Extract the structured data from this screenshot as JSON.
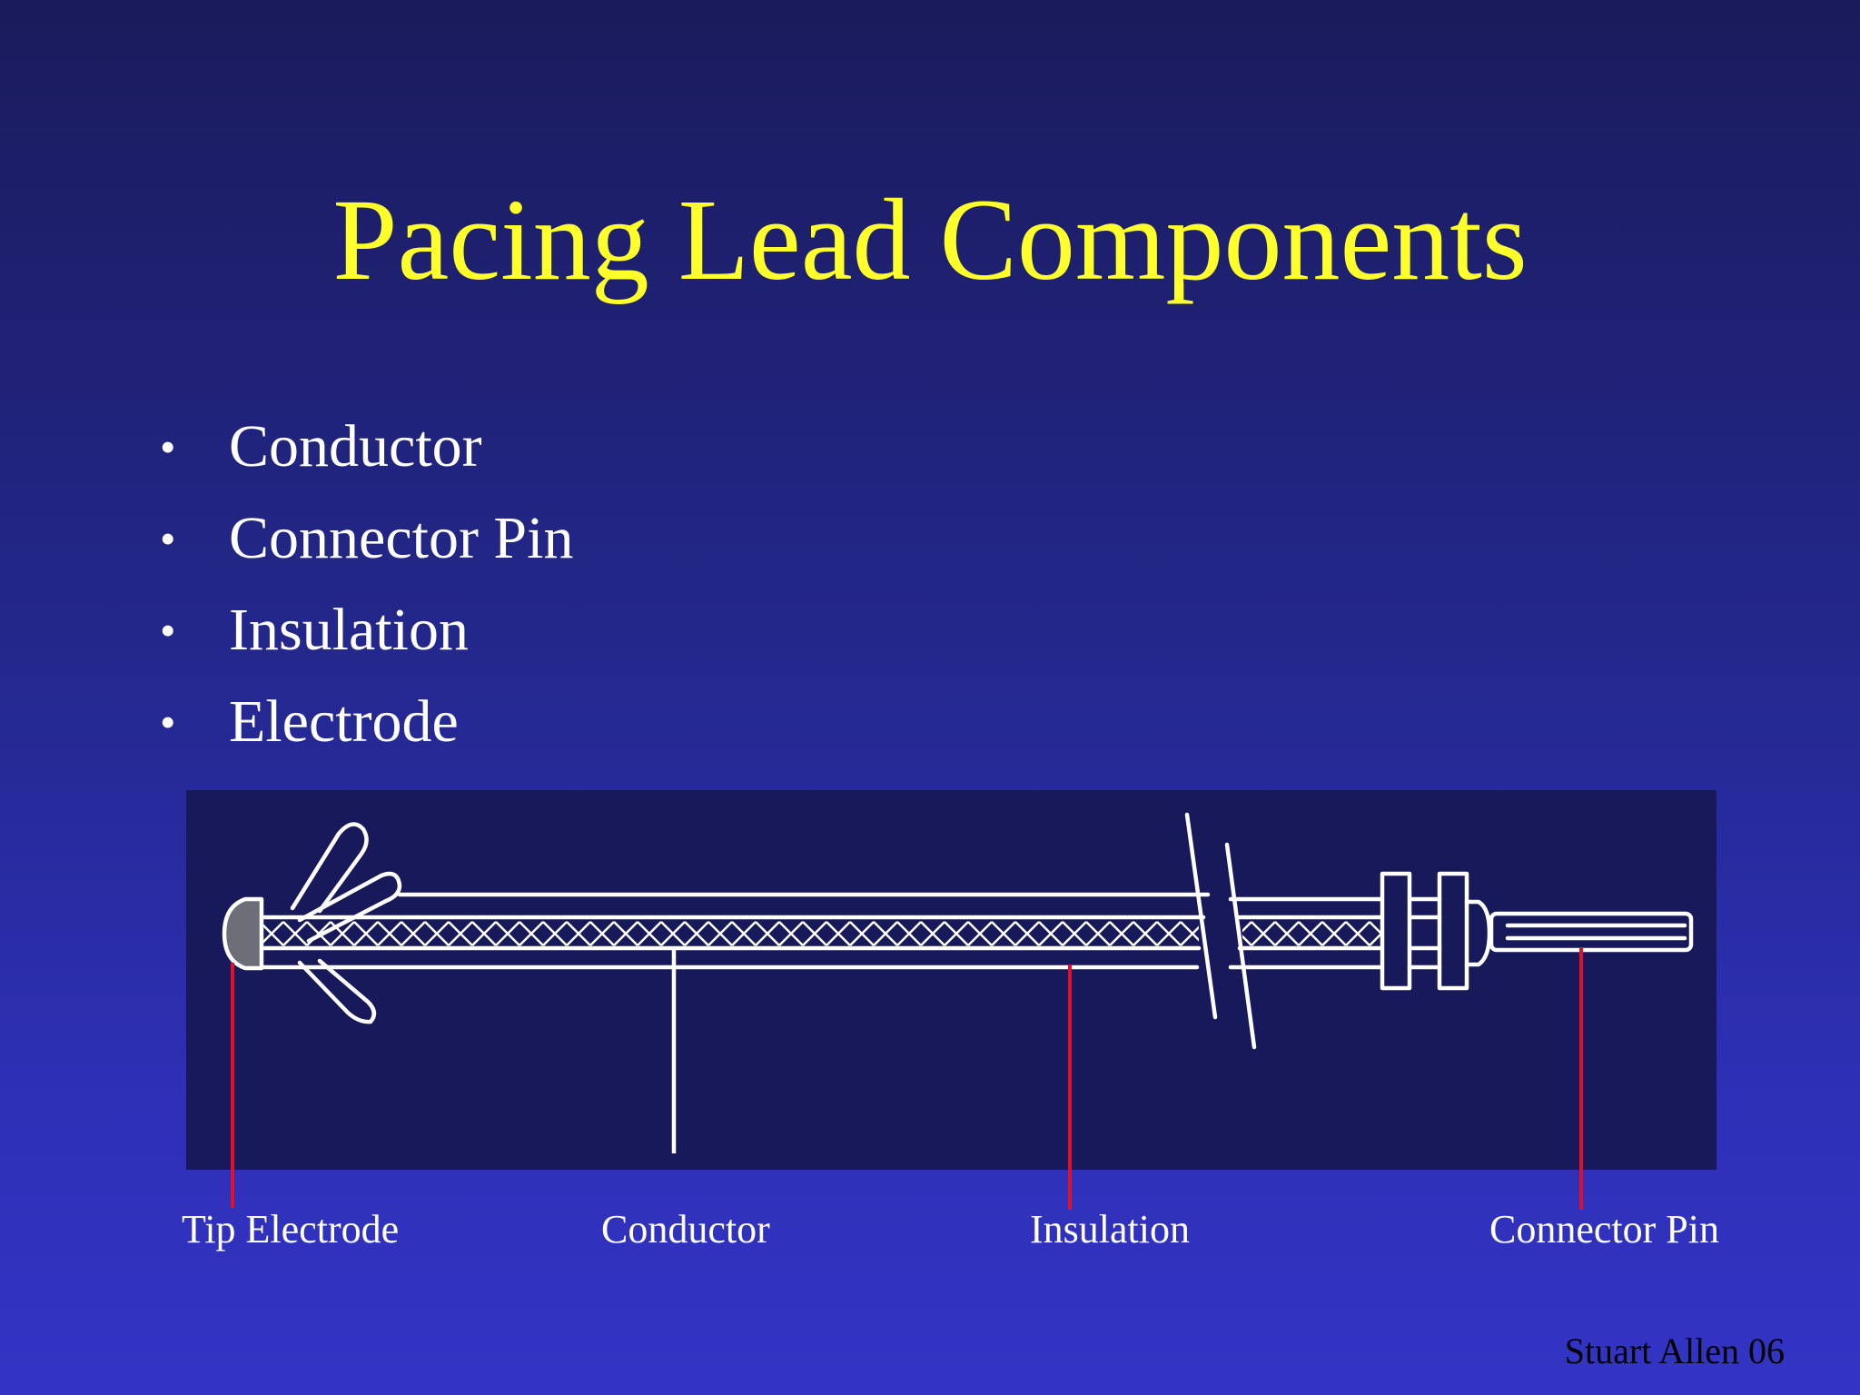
{
  "slide": {
    "title": "Pacing Lead Components",
    "bullets": [
      "Conductor",
      "Connector Pin",
      "Insulation",
      "Electrode"
    ],
    "footer": "Stuart Allen 06"
  },
  "diagram": {
    "callouts": [
      {
        "label": "Tip Electrode"
      },
      {
        "label": "Conductor"
      },
      {
        "label": "Insulation"
      },
      {
        "label": "Connector Pin"
      }
    ]
  },
  "colors": {
    "background_top": "#1a1b5c",
    "background_bottom": "#3334c4",
    "title": "#ffff2b",
    "text": "#ffffff",
    "diagram_panel": "#17195a",
    "callout_line_red": "#e0102a",
    "footer_text": "#000000"
  }
}
